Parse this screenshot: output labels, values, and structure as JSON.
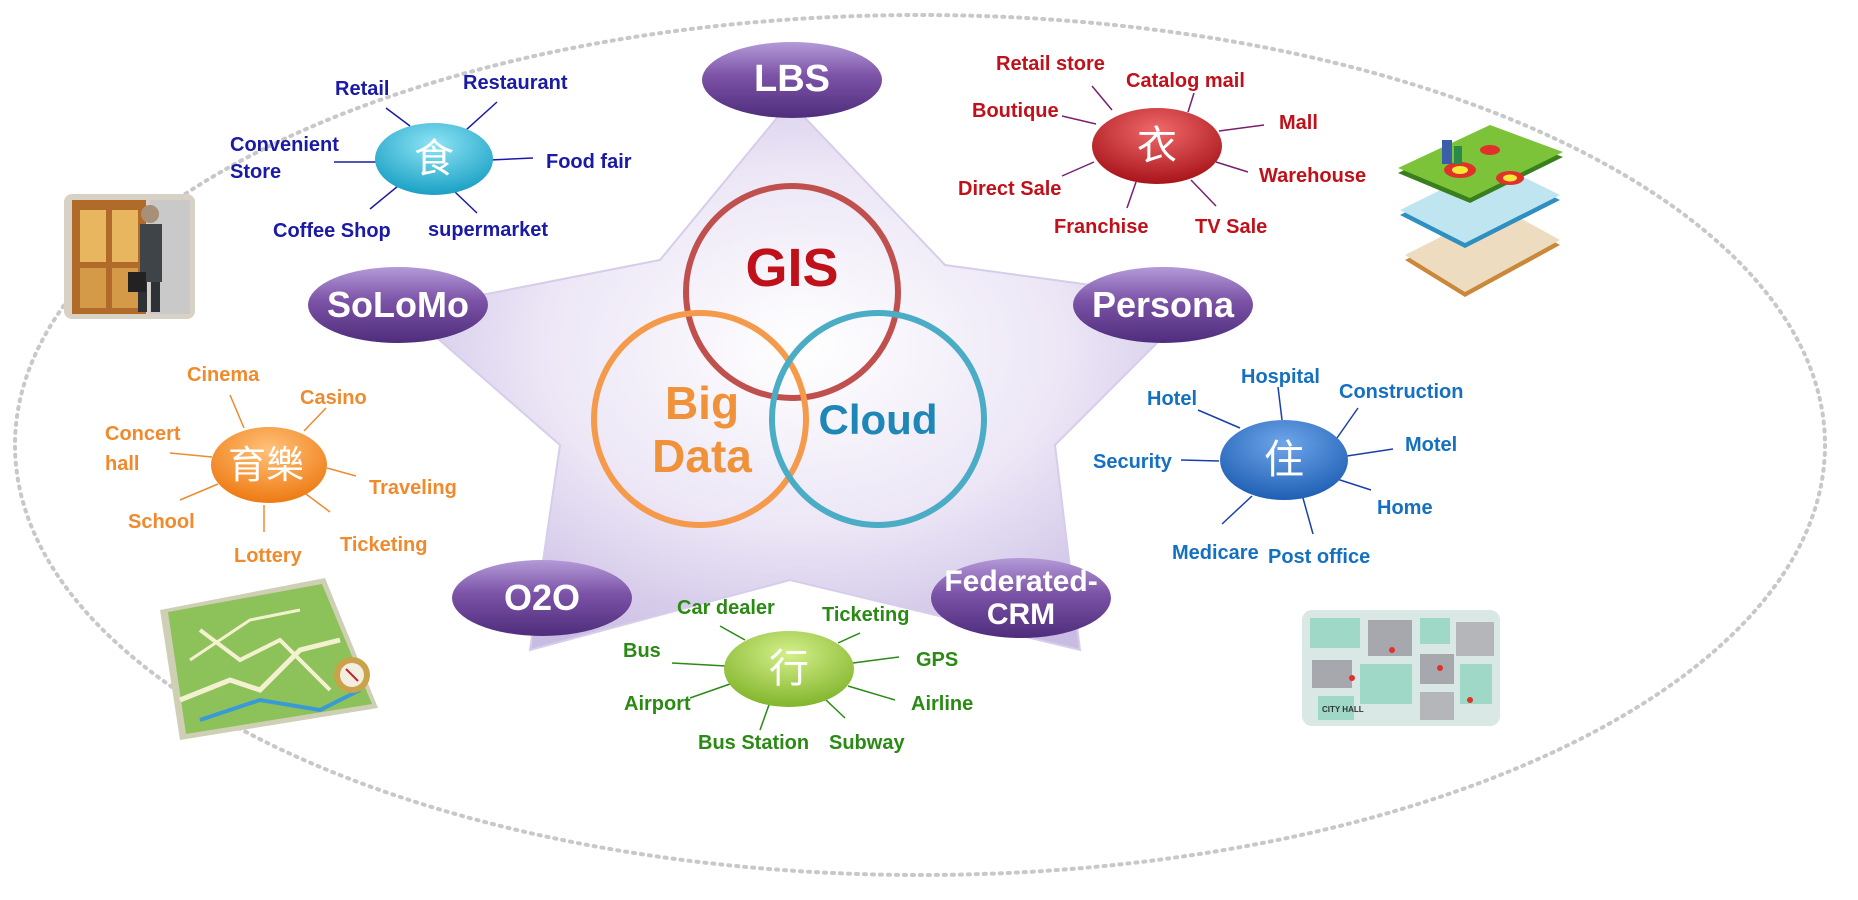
{
  "colors": {
    "purple": "#7a4fa3",
    "gis": "#c0262d",
    "bigdata": "#f0923a",
    "cloud": "#1f86b8",
    "food": "#1a1aa6",
    "clothing": "#c0101a",
    "entertainment": "#f08a2c",
    "housing": "#1570c0",
    "transport": "#2a8a14"
  },
  "pills": {
    "lbs": "LBS",
    "solomo": "SoLoMo",
    "persona": "Persona",
    "o2o": "O2O",
    "crm_line1": "Federated-",
    "crm_line2": "CRM"
  },
  "circles": {
    "gis": "GIS",
    "bigdata_line1": "Big",
    "bigdata_line2": "Data",
    "cloud": "Cloud"
  },
  "clusters": {
    "food": {
      "symbol": "食",
      "items": [
        "Retail",
        "Restaurant",
        "Convenient",
        "Store",
        "Food fair",
        "Coffee Shop",
        "supermarket"
      ]
    },
    "clothing": {
      "symbol": "衣",
      "items": [
        "Retail store",
        "Catalog mail",
        "Boutique",
        "Mall",
        "Direct Sale",
        "Warehouse",
        "Franchise",
        "TV Sale"
      ]
    },
    "entertainment": {
      "symbol": "育樂",
      "items": [
        "Cinema",
        "Casino",
        "Concert",
        "hall",
        "Traveling",
        "School",
        "Ticketing",
        "Lottery"
      ]
    },
    "housing": {
      "symbol": "住",
      "items": [
        "Hospital",
        "Hotel",
        "Construction",
        "Motel",
        "Security",
        "Home",
        "Medicare",
        "Post office"
      ]
    },
    "transport": {
      "symbol": "行",
      "items": [
        "Car dealer",
        "Ticketing",
        "Bus",
        "GPS",
        "Airport",
        "Airline",
        "Bus Station",
        "Subway"
      ]
    }
  },
  "photos": {
    "map_overlay_label": "CITY HALL"
  }
}
